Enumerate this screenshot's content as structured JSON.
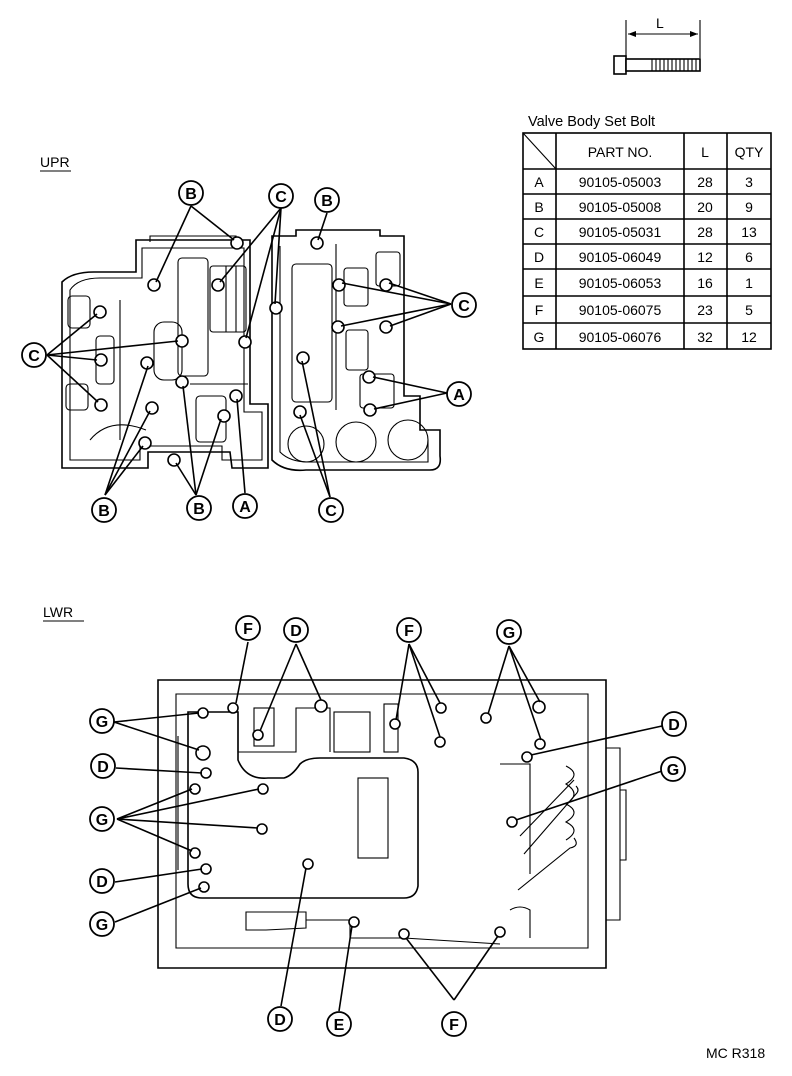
{
  "bolt_dim_label": "L",
  "table": {
    "title": "Valve Body Set Bolt",
    "headers": [
      "",
      "PART NO.",
      "L",
      "QTY"
    ],
    "rows": [
      [
        "A",
        "90105-05003",
        "28",
        "3"
      ],
      [
        "B",
        "90105-05008",
        "20",
        "9"
      ],
      [
        "C",
        "90105-05031",
        "28",
        "13"
      ],
      [
        "D",
        "90105-06049",
        "12",
        "6"
      ],
      [
        "E",
        "90105-06053",
        "16",
        "1"
      ],
      [
        "F",
        "90105-06075",
        "23",
        "5"
      ],
      [
        "G",
        "90105-06076",
        "32",
        "12"
      ]
    ]
  },
  "upper": {
    "label": "UPR",
    "callouts": [
      "B",
      "C",
      "B",
      "C",
      "C",
      "A",
      "B",
      "B",
      "A",
      "C"
    ]
  },
  "lower": {
    "label": "LWR",
    "callouts": [
      "F",
      "D",
      "F",
      "G",
      "G",
      "D",
      "D",
      "G",
      "G",
      "D",
      "G",
      "D",
      "E",
      "F"
    ]
  },
  "figure_code": "MC R318"
}
